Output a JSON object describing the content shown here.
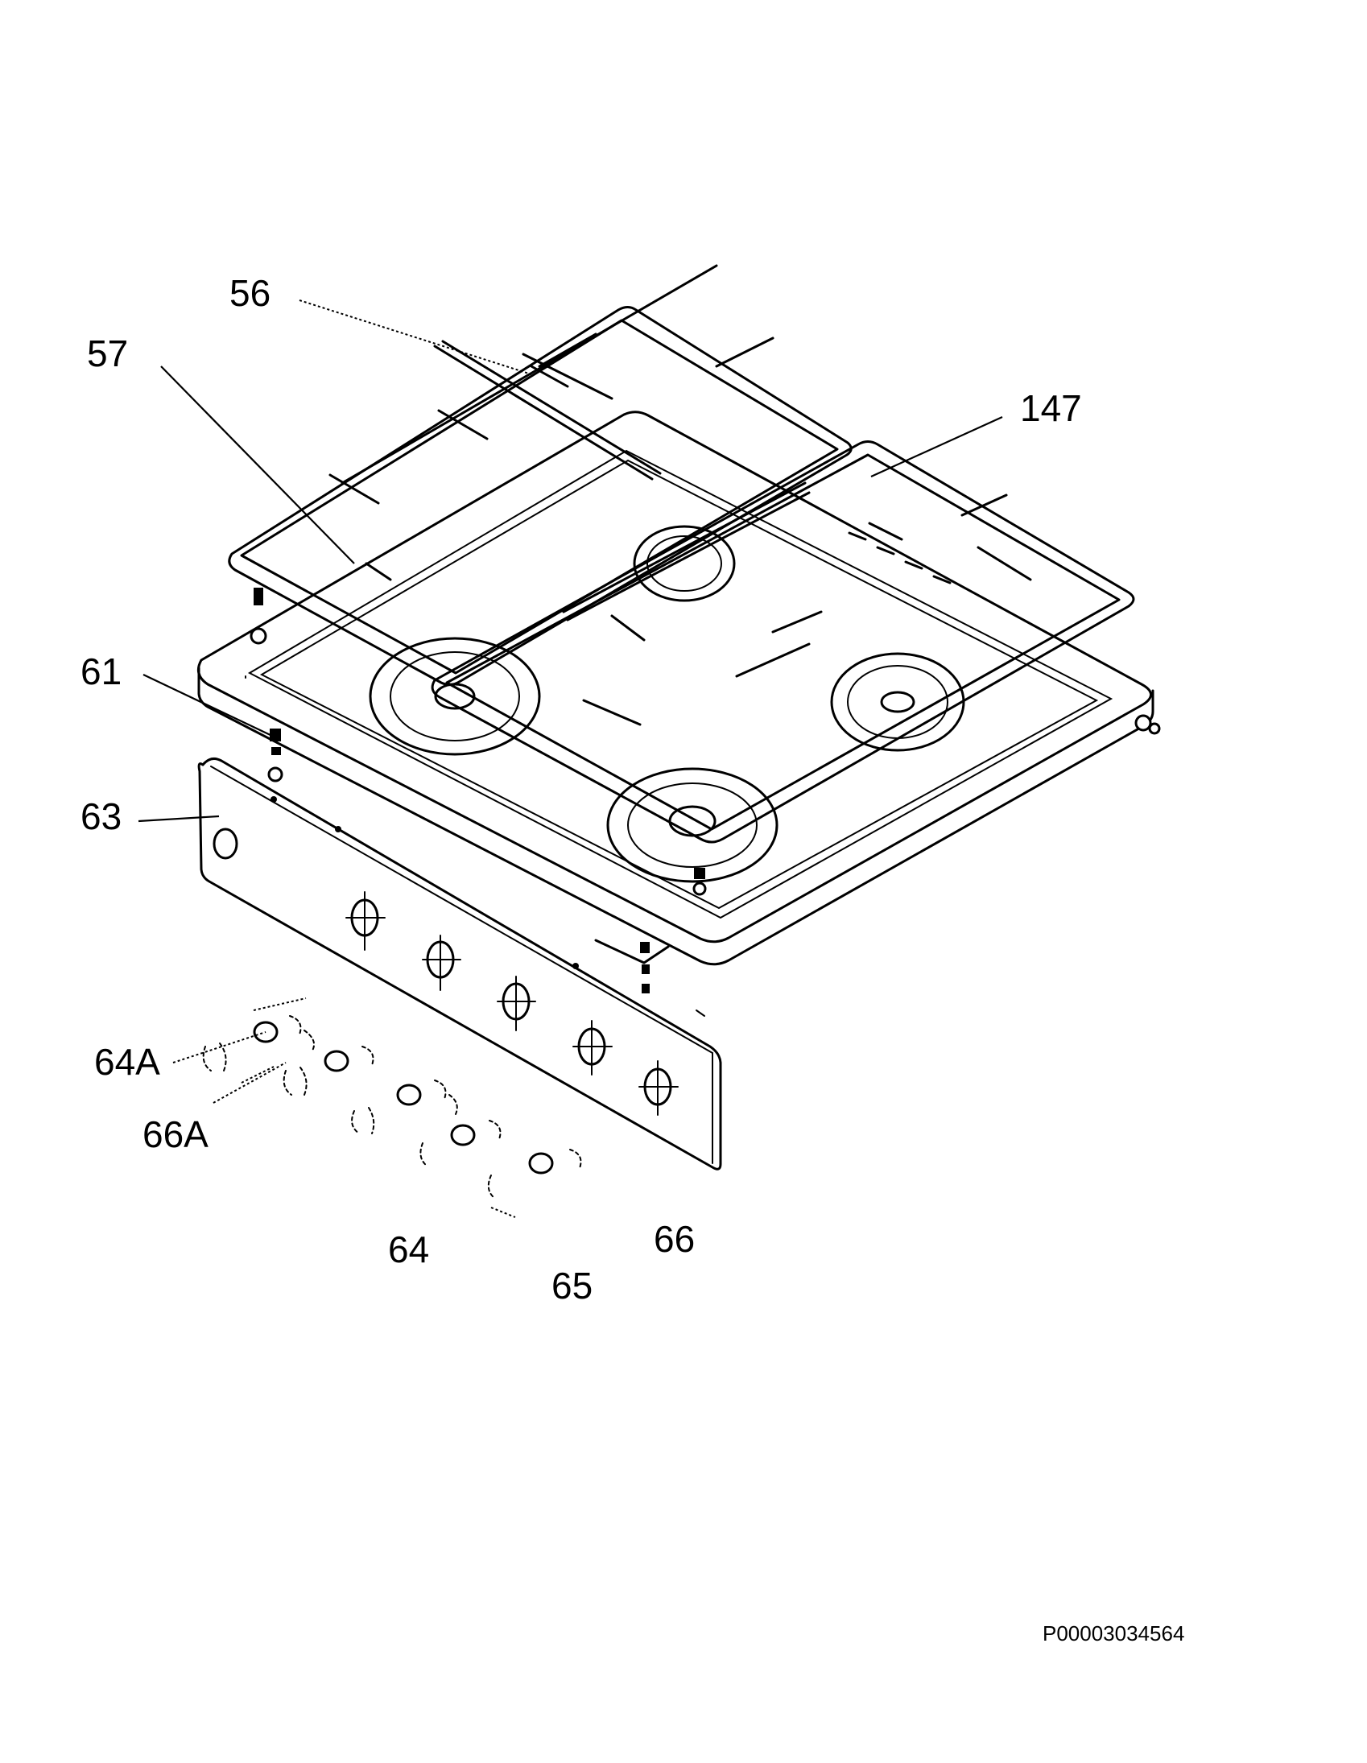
{
  "diagram": {
    "callouts": [
      {
        "id": "56",
        "label": "56"
      },
      {
        "id": "57",
        "label": "57"
      },
      {
        "id": "147",
        "label": "147"
      },
      {
        "id": "61",
        "label": "61"
      },
      {
        "id": "63",
        "label": "63"
      },
      {
        "id": "64A",
        "label": "64A"
      },
      {
        "id": "66A",
        "label": "66A"
      },
      {
        "id": "64",
        "label": "64"
      },
      {
        "id": "65",
        "label": "65"
      },
      {
        "id": "66",
        "label": "66"
      }
    ],
    "document_id": "P00003034564"
  }
}
